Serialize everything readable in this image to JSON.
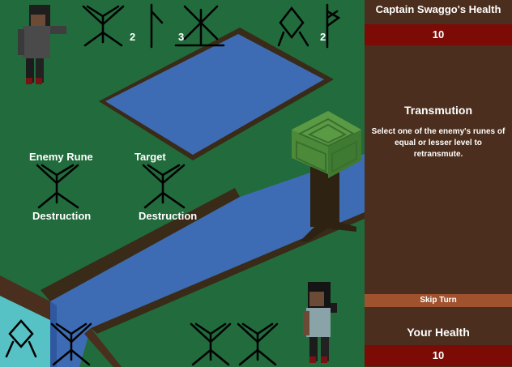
{
  "top_runes": [
    {
      "name": "rune-y",
      "count": ""
    },
    {
      "name": "rune-arrow",
      "count": "2"
    },
    {
      "name": "rune-hourglass",
      "count": "3"
    },
    {
      "name": "rune-othala",
      "count": ""
    },
    {
      "name": "rune-thurisaz",
      "count": "2"
    }
  ],
  "transmute": {
    "enemy_rune_label": "Enemy Rune",
    "enemy_rune_name": "Destruction",
    "target_label": "Target",
    "target_name": "Destruction"
  },
  "panel": {
    "enemy_health_title": "Captain Swaggo's Health",
    "enemy_health_value": "10",
    "heading": "Transmution",
    "description": "Select one of the enemy's runes of equal or lesser level to retransmute.",
    "skip_label": "Skip Turn",
    "your_health_title": "Your Health",
    "your_health_value": "10"
  },
  "colors": {
    "grass": "#2a6b3c",
    "water": "#3d6cb4",
    "panel": "#4b2e1d",
    "health_bar": "#7c0b06",
    "skip_button": "#a0512e"
  }
}
